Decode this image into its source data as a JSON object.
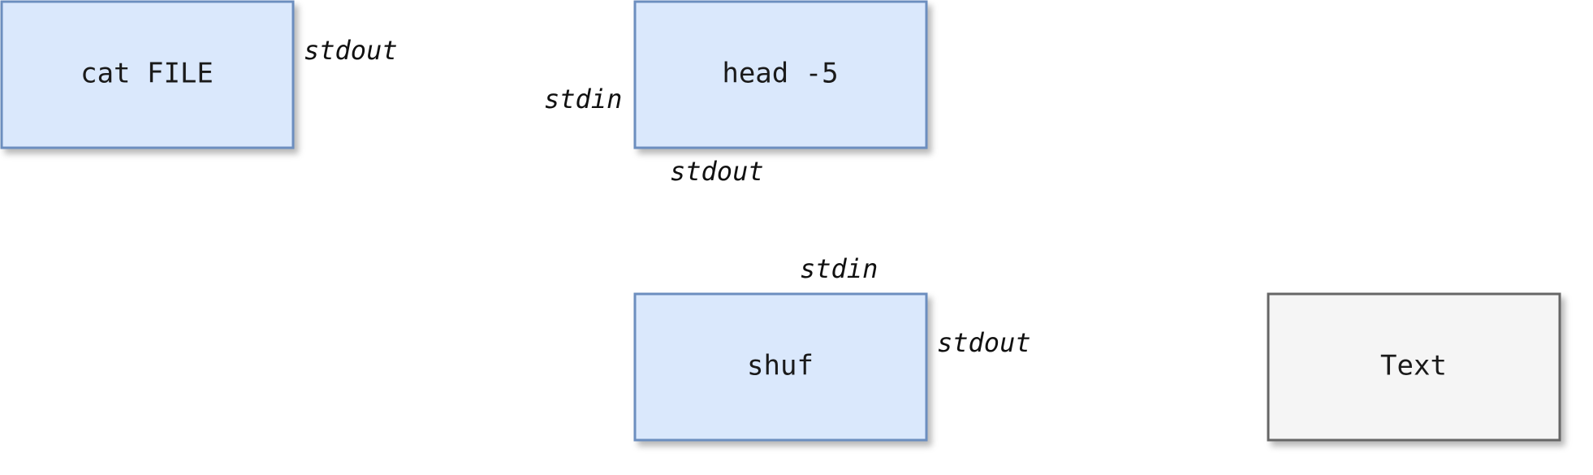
{
  "nodes": {
    "cat": {
      "label": "cat FILE",
      "fill": "#dae8fc",
      "stroke": "#6c8ebf"
    },
    "head": {
      "label": "head -5",
      "fill": "#dae8fc",
      "stroke": "#6c8ebf"
    },
    "shuf": {
      "label": "shuf",
      "fill": "#dae8fc",
      "stroke": "#6c8ebf"
    },
    "text": {
      "label": "Text",
      "fill": "#f5f5f5",
      "stroke": "#666666"
    }
  },
  "edges": {
    "cat_to_head": {
      "from_label": "stdout",
      "to_label": "stdin"
    },
    "head_to_shuf": {
      "from_label": "stdout",
      "to_label": "stdin"
    },
    "shuf_to_text": {
      "from_label": "stdout"
    }
  }
}
